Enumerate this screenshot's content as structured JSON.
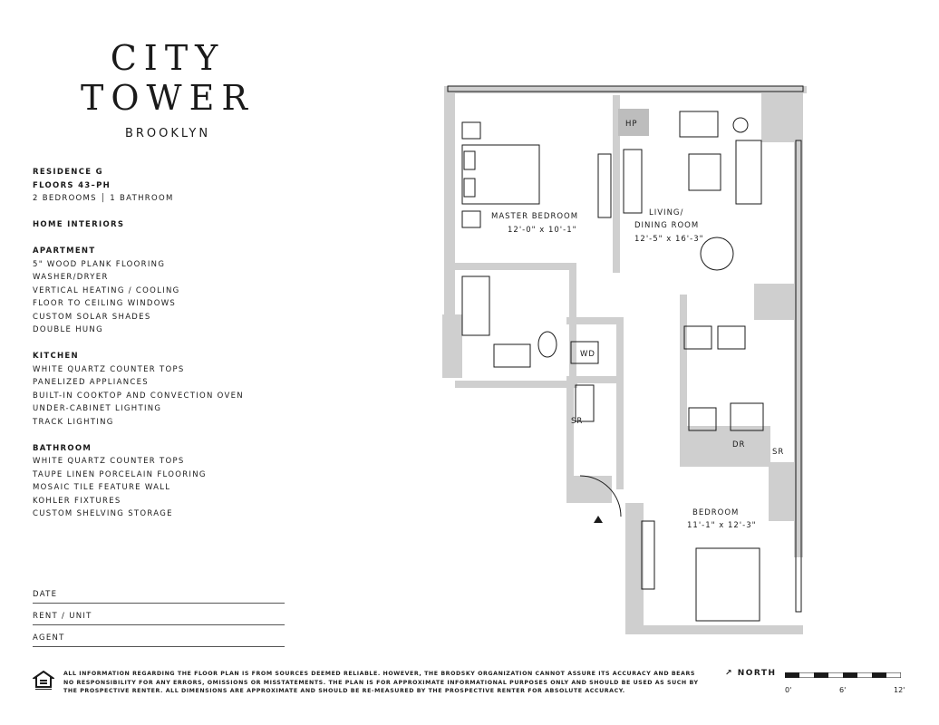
{
  "logo": {
    "line1": "CITY",
    "line2": "TOWER",
    "sub": "BROOKLYN"
  },
  "residence": {
    "name": "RESIDENCE G",
    "floors": "FLOORS 43–PH",
    "rooms": "2 BEDROOMS │ 1 BATHROOM"
  },
  "home_interiors": "HOME INTERIORS",
  "apartment": {
    "heading": "APARTMENT",
    "items": [
      "5\"  WOOD PLANK FLOORING",
      "WASHER/DRYER",
      "VERTICAL HEATING / COOLING",
      "FLOOR TO CEILING WINDOWS",
      "CUSTOM SOLAR SHADES",
      "DOUBLE HUNG"
    ]
  },
  "kitchen": {
    "heading": "KITCHEN",
    "items": [
      "WHITE QUARTZ COUNTER TOPS",
      "PANELIZED APPLIANCES",
      "BUILT-IN COOKTOP AND CONVECTION OVEN",
      "UNDER-CABINET LIGHTING",
      "TRACK LIGHTING"
    ]
  },
  "bathroom": {
    "heading": "BATHROOM",
    "items": [
      "WHITE QUARTZ COUNTER TOPS",
      "TAUPE LINEN PORCELAIN FLOORING",
      "MOSAIC TILE FEATURE WALL",
      "KOHLER FIXTURES",
      "CUSTOM SHELVING STORAGE"
    ]
  },
  "form": {
    "date": "DATE",
    "rent_unit": "RENT / UNIT",
    "agent": "AGENT"
  },
  "disclaimer": "ALL INFORMATION REGARDING THE FLOOR PLAN IS FROM SOURCES DEEMED RELIABLE. HOWEVER, THE BRODSKY ORGANIZATION CANNOT ASSURE ITS ACCURACY AND BEARS NO RESPONSIBILITY FOR ANY ERRORS, OMISSIONS OR MISSTATEMENTS. THE PLAN IS FOR APPROXIMATE INFORMATIONAL PURPOSES ONLY AND SHOULD BE USED AS SUCH BY THE PROSPECTIVE RENTER. ALL DIMENSIONS ARE APPROXIMATE AND SHOULD BE RE-MEASURED BY THE PROSPECTIVE RENTER FOR ABSOLUTE ACCURACY.",
  "north": "NORTH",
  "scale": [
    "0'",
    "6'",
    "12'"
  ],
  "plan": {
    "master_bedroom": "MASTER BEDROOM",
    "master_bedroom_dim": "12'-0\" x 10'-1\"",
    "living_1": "LIVING/",
    "living_2": "DINING ROOM",
    "living_dim": "12'-5\" x 16'-3\"",
    "bedroom": "BEDROOM",
    "bedroom_dim": "11'-1\" x 12'-3\"",
    "hp": "HP",
    "wd": "WD",
    "sr1": "SR",
    "sr2": "SR",
    "dr": "DR"
  }
}
